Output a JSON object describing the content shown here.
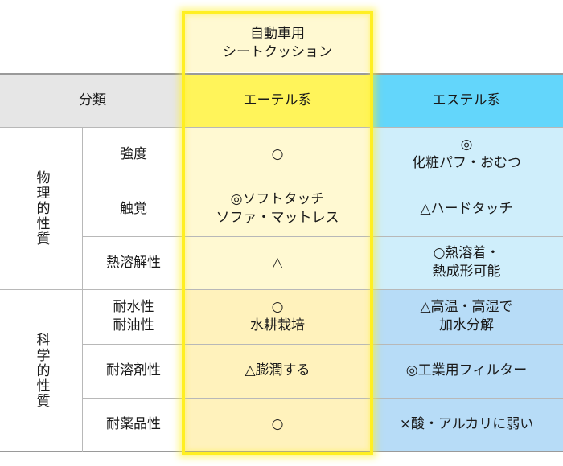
{
  "header": {
    "top_label_line1": "自動車用",
    "top_label_line2": "シートクッション",
    "category": "分類",
    "ether": "エーテル系",
    "ester": "エステル系"
  },
  "groups": {
    "physical": "物理的性質",
    "chemical": "科学的性質"
  },
  "rows": [
    {
      "property": [
        "強度"
      ],
      "ether": [
        "○"
      ],
      "ester": [
        "◎",
        "化粧パフ・おむつ"
      ]
    },
    {
      "property": [
        "触覚"
      ],
      "ether": [
        "◎ソフトタッチ",
        "ソファ・マットレス"
      ],
      "ester": [
        "△ハードタッチ"
      ]
    },
    {
      "property": [
        "熱溶解性"
      ],
      "ether": [
        "△"
      ],
      "ester": [
        "○熱溶着・",
        "熱成形可能"
      ]
    },
    {
      "property": [
        "耐水性",
        "耐油性"
      ],
      "ether": [
        "○",
        "水耕栽培"
      ],
      "ester": [
        "△高温・高湿で",
        "加水分解"
      ]
    },
    {
      "property": [
        "耐溶剤性"
      ],
      "ether": [
        "△膨潤する"
      ],
      "ester": [
        "◎工業用フィルター"
      ]
    },
    {
      "property": [
        "耐薬品性"
      ],
      "ether": [
        "○"
      ],
      "ester": [
        "×酸・アルカリに弱い"
      ]
    }
  ],
  "colors": {
    "header_gray": "#e6e6e6",
    "ether_header": "#fff45a",
    "ether_body": "#fff9d2",
    "ether_body_alt": "#fff2bc",
    "ester_header": "#63d6fb",
    "ester_body": "#cfeefb",
    "ester_body_alt": "#b7dcf7"
  }
}
